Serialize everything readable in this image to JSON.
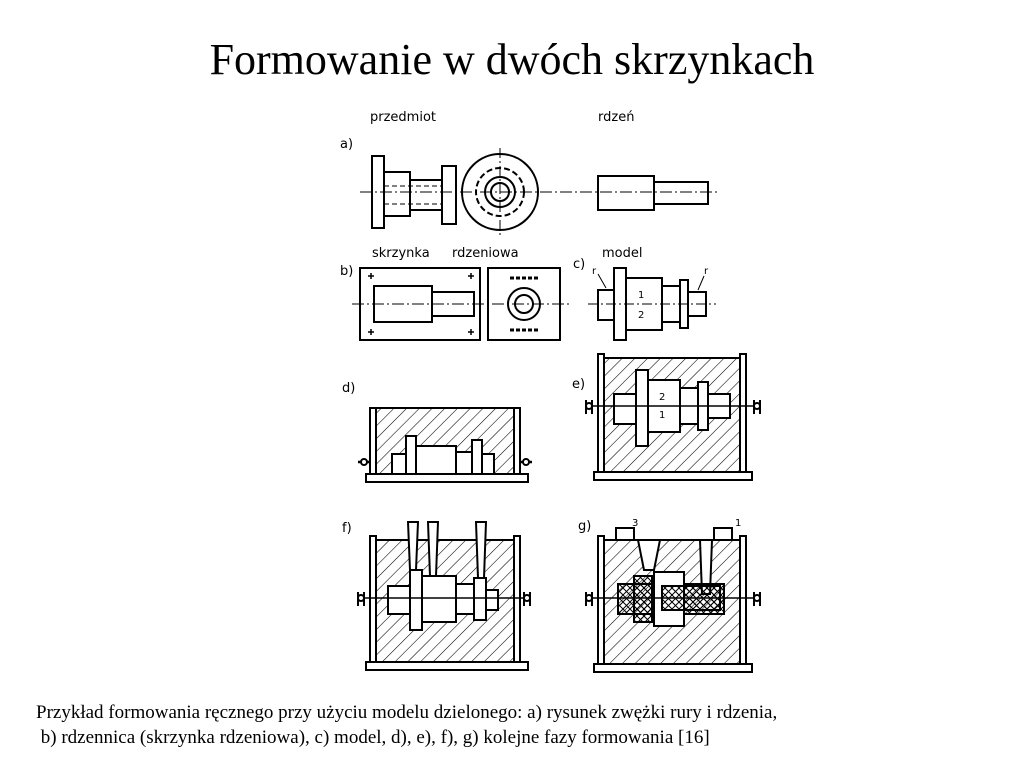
{
  "slide": {
    "title": "Formowanie w dwóch skrzynkach",
    "caption_line1": "Przykład formowania ręcznego przy użyciu modelu dzielonego: a) rysunek zwężki rury i rdzenia,",
    "caption_line2": " b) rdzennica (skrzynka rdzeniowa), c) model, d), e), f), g) kolejne fazy formowania [16]"
  },
  "figure": {
    "labels": {
      "przedmiot": "przedmiot",
      "rdzen": "rdzeń",
      "skrzynka": "skrzynka",
      "rdzeniowa": "rdzeniowa",
      "model": "model",
      "a": "a)",
      "b": "b)",
      "c": "c)",
      "d": "d)",
      "e": "e)",
      "f": "f)",
      "g": "g)",
      "r": "r",
      "n1": "1",
      "n2": "2",
      "n3": "3"
    }
  }
}
